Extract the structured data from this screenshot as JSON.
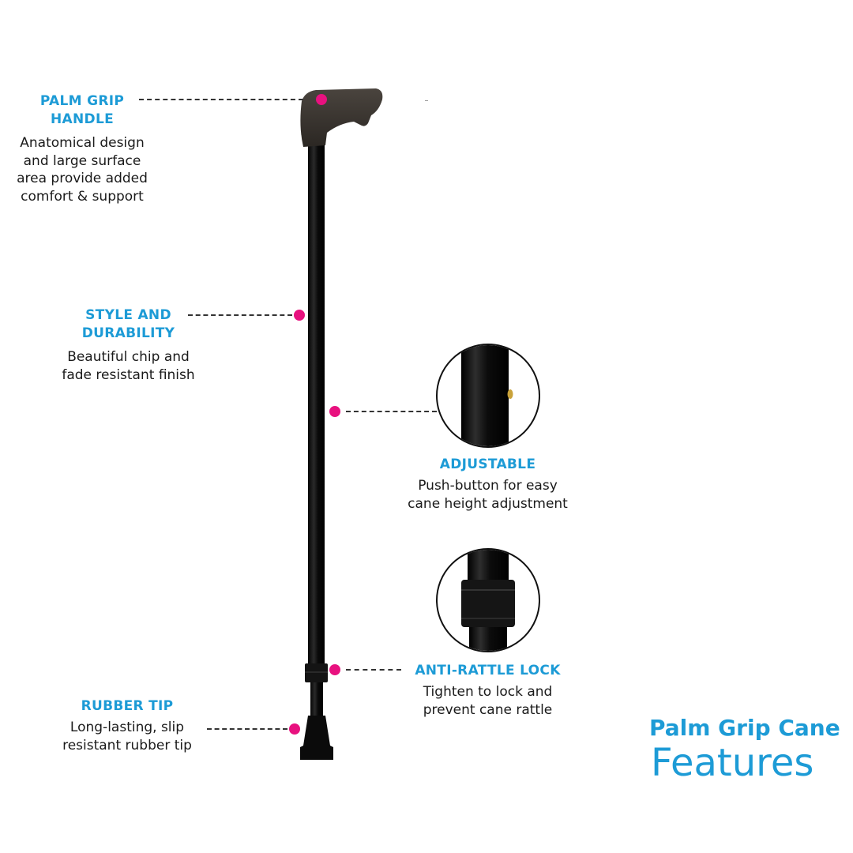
{
  "heading": {
    "line1": "Palm Grip Cane",
    "line2": "Features"
  },
  "features": [
    {
      "id": "palm-grip-handle",
      "title_lines": [
        "PALM GRIP",
        "HANDLE"
      ],
      "desc_lines": [
        "Anatomical design",
        "and large surface",
        "area provide added",
        "comfort & support"
      ]
    },
    {
      "id": "style-durability",
      "title_lines": [
        "STYLE AND",
        "DURABILITY"
      ],
      "desc_lines": [
        "Beautiful chip and",
        "fade resistant finish"
      ]
    },
    {
      "id": "adjustable",
      "title_lines": [
        "ADJUSTABLE"
      ],
      "desc_lines": [
        "Push-button for easy",
        "cane height adjustment"
      ]
    },
    {
      "id": "anti-rattle-lock",
      "title_lines": [
        "ANTI-RATTLE LOCK"
      ],
      "desc_lines": [
        "Tighten to lock and",
        "prevent cane rattle"
      ]
    },
    {
      "id": "rubber-tip",
      "title_lines": [
        "RUBBER TIP"
      ],
      "desc_lines": [
        "Long-lasting, slip",
        "resistant rubber tip"
      ]
    }
  ],
  "colors": {
    "accent_blue": "#1d9bd6",
    "marker_pink": "#e8117f",
    "text_dark": "#1a1a1a",
    "cane_black": "#0d0d0d",
    "handle_brown": "#3b3631"
  }
}
